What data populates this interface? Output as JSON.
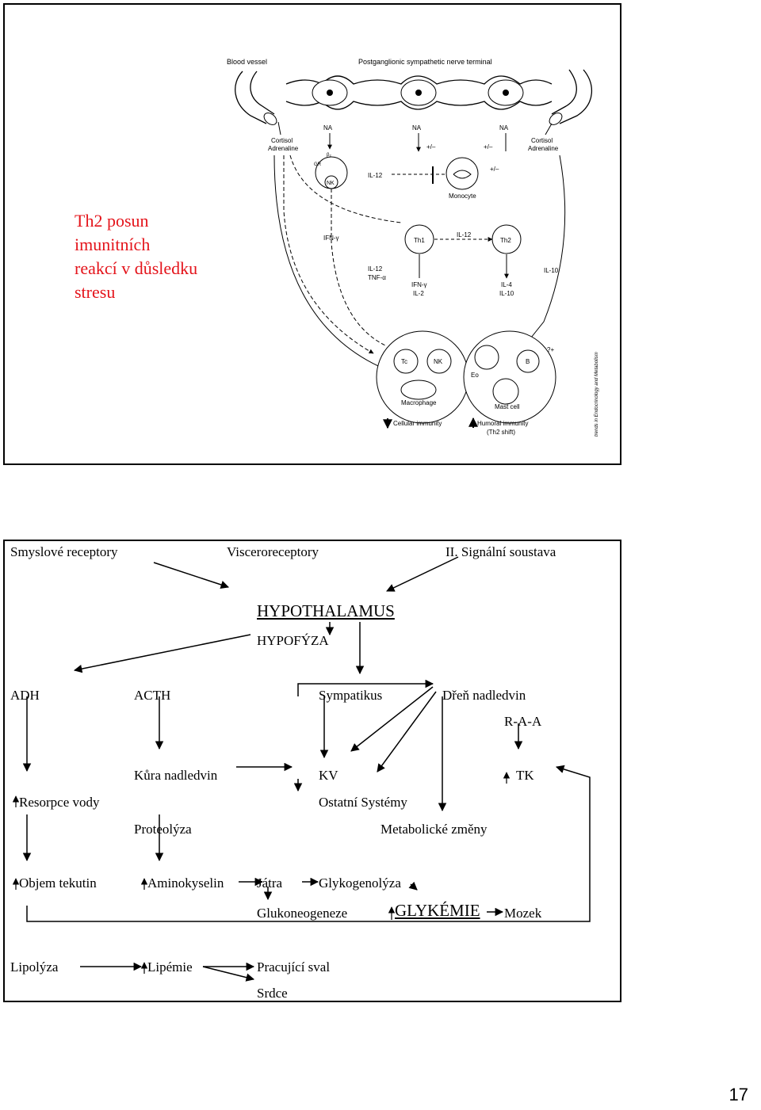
{
  "slide1": {
    "title_lines": [
      "Th2 posun",
      "imunitních",
      "reakcí v důsledku",
      "stresu"
    ],
    "diagram": {
      "blood_vessel": "Blood vessel",
      "nerve_terminal": "Postganglionic sympathetic nerve terminal",
      "na": "NA",
      "cortisol": "Cortisol",
      "adrenaline": "Adrenaline",
      "gr": "GR",
      "beta2": "β₂",
      "nk": "NK",
      "il12": "IL-12",
      "plusminus": "+/–",
      "monocyte": "Monocyte",
      "ifn_gamma": "IFN-γ",
      "th1": "Th1",
      "th2": "Th2",
      "il10": "IL-10",
      "il12_tnf": [
        "IL-12",
        "TNF-α"
      ],
      "ifn_il2": [
        "IFN-γ",
        "IL-2"
      ],
      "il4_il10": [
        "IL-4",
        "IL-10"
      ],
      "tc": "Tc",
      "b": "B",
      "eo": "Eo",
      "macrophage": "Macrophage",
      "mast_cell": "Mast cell",
      "qplus": "?+",
      "cellular": "Cellular immunity",
      "humoral": "Humoral immunity",
      "th2shift": "(Th2 shift)",
      "source": "trends in Endocrinology and Metabolism"
    }
  },
  "slide2": {
    "row1": {
      "smyslove": "Smyslové receptory",
      "viscero": "Visceroreceptory",
      "signalni": "II. Signální soustava"
    },
    "hypothalamus": "HYPOTHALAMUS",
    "hypofyza": "HYPOFÝZA",
    "row3": {
      "adh": "ADH",
      "acth": "ACTH",
      "sympatikus": "Sympatikus",
      "dren": "Dřeň nadledvin",
      "raa": "R-A-A"
    },
    "row4": {
      "kura": "Kůra nadledvin",
      "kv": "KV",
      "tk": "TK",
      "resorpce": "Resorpce vody",
      "ostatni": "Ostatní Systémy",
      "proteolyza": "Proteolýza",
      "metabolicke": "Metabolické změny"
    },
    "row5": {
      "objem": "Objem tekutin",
      "aminokyselin": "Aminokyselin",
      "jatra": "Játra",
      "glykogenolyza": "Glykogenolýza",
      "glukoneogeneze": "Glukoneogeneze",
      "glykemie": "GLYKÉMIE",
      "mozek": "Mozek"
    },
    "row6": {
      "lipolyza": "Lipolýza",
      "lipemie": "Lipémie",
      "pracujici": "Pracující sval",
      "srdce": "Srdce"
    }
  },
  "page_number": "17"
}
